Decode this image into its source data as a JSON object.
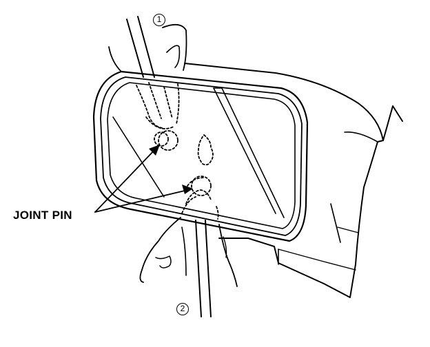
{
  "labels": {
    "joint_pin": "JOINT PIN",
    "callout_1": "1",
    "callout_2": "2"
  },
  "colors": {
    "line": "#000000",
    "background": "#ffffff"
  }
}
